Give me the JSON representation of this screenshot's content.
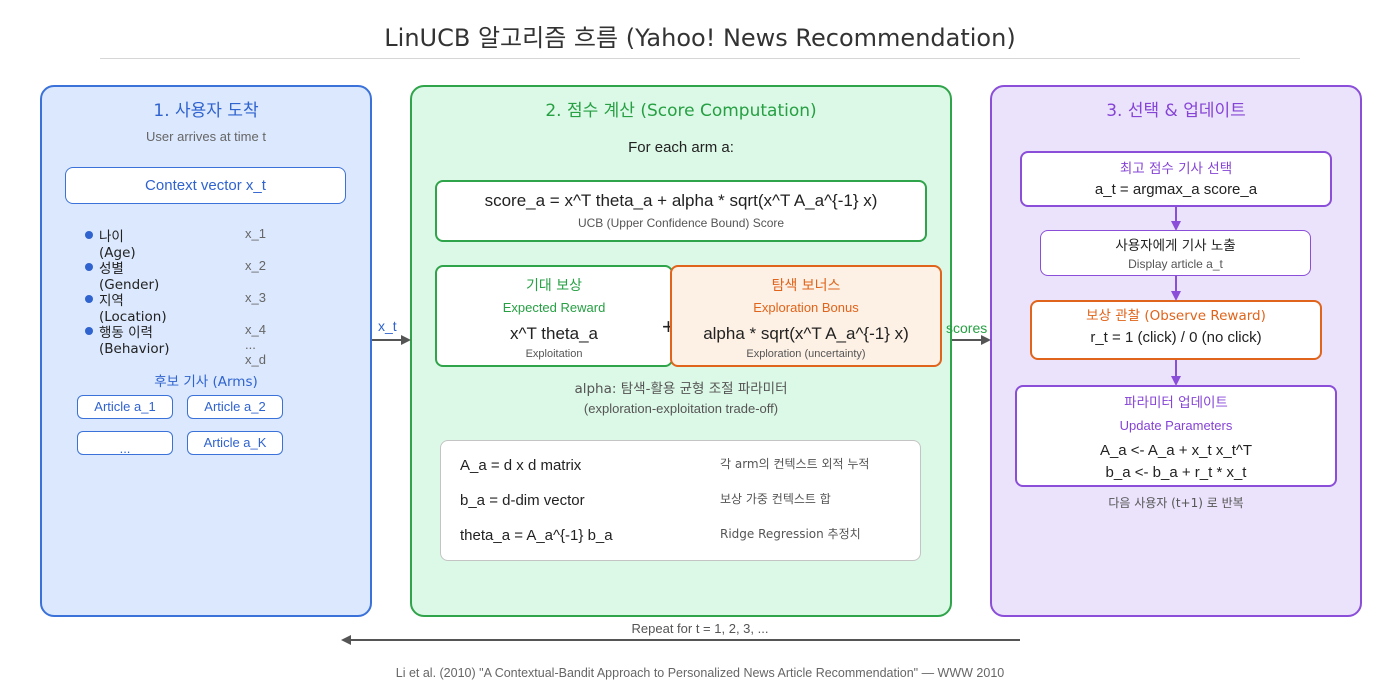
{
  "title": "LinUCB 알고리즘 흐름 (Yahoo! News Recommendation)",
  "panel1": {
    "heading": "1. 사용자 도착",
    "subtitle": "User arrives at time t",
    "context_label": "Context vector  x_t",
    "features": [
      {
        "label": "나이 (Age)",
        "var": "x_1"
      },
      {
        "label": "성별 (Gender)",
        "var": "x_2"
      },
      {
        "label": "지역 (Location)",
        "var": "x_3"
      },
      {
        "label": "행동 이력 (Behavior)",
        "var": "x_4 ... x_d"
      }
    ],
    "arms_heading": "후보 기사 (Arms)",
    "arms": [
      "Article a_1",
      "Article a_2",
      "...",
      "Article a_K"
    ]
  },
  "arrow1_label": "x_t",
  "panel2": {
    "heading": "2. 점수 계산 (Score Computation)",
    "for_each": "For each arm a:",
    "score_formula": "score_a = x^T theta_a  +  alpha * sqrt(x^T A_a^{-1} x)",
    "score_caption": "UCB (Upper Confidence Bound) Score",
    "exploit": {
      "title_ko": "기대 보상",
      "title_en": "Expected Reward",
      "formula": "x^T theta_a",
      "caption": "Exploitation"
    },
    "plus": "+",
    "explore": {
      "title_ko": "탐색 보너스",
      "title_en": "Exploration Bonus",
      "formula": "alpha * sqrt(x^T A_a^{-1} x)",
      "caption": "Exploration (uncertainty)"
    },
    "alpha_note_ko": "alpha: 탐색-활용 균형 조절 파라미터",
    "alpha_note_en": "(exploration-exploitation trade-off)",
    "defs": [
      {
        "formula": "A_a = d x d matrix",
        "desc": "각 arm의 컨텍스트 외적 누적"
      },
      {
        "formula": "b_a = d-dim vector",
        "desc": "보상 가중 컨텍스트 합"
      },
      {
        "formula": "theta_a = A_a^{-1} b_a",
        "desc": "Ridge Regression 추정치"
      }
    ]
  },
  "arrow2_label": "scores",
  "panel3": {
    "heading": "3. 선택 & 업데이트",
    "select": {
      "title": "최고 점수 기사 선택",
      "formula": "a_t = argmax_a  score_a"
    },
    "display": {
      "title": "사용자에게 기사 노출",
      "caption": "Display article a_t"
    },
    "reward": {
      "title": "보상 관찰 (Observe Reward)",
      "formula": "r_t = 1 (click) / 0 (no click)"
    },
    "update": {
      "title_ko": "파라미터 업데이트",
      "title_en": "Update Parameters",
      "line1": "A_a <- A_a + x_t x_t^T",
      "line2": "b_a <- b_a + r_t * x_t"
    },
    "repeat_note": "다음 사용자 (t+1) 로 반복"
  },
  "loop_label": "Repeat for t = 1, 2, 3, ...",
  "citation": "Li et al. (2010) \"A Contextual-Bandit Approach to Personalized News Article Recommendation\"   —   WWW 2010",
  "colors": {
    "blue": "#3b72d9",
    "green": "#2fa44a",
    "purple": "#8a4ed8",
    "orange": "#e0641b",
    "arrow": "#555555"
  }
}
